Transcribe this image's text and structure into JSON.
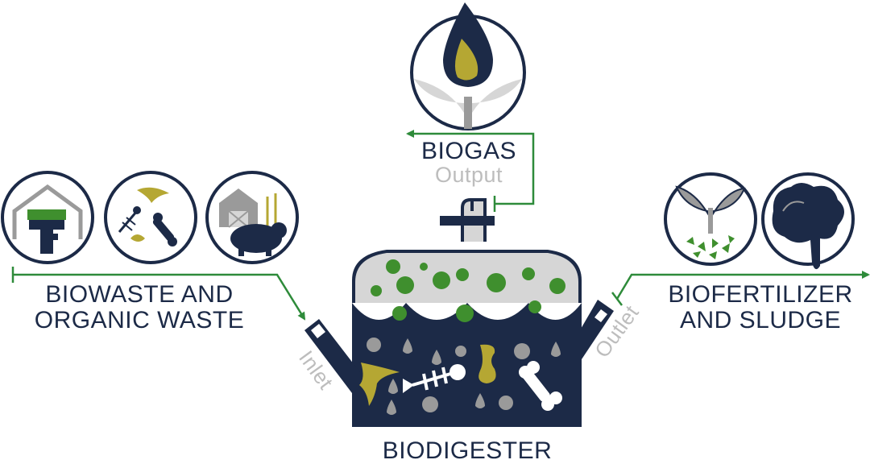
{
  "labels": {
    "biowaste_line1": "BIOWASTE AND",
    "biowaste_line2": "ORGANIC WASTE",
    "biogas": "BIOGAS",
    "output": "Output",
    "biofert_line1": "BIOFERTILIZER",
    "biofert_line2": "AND SLUDGE",
    "biodigester": "BIODIGESTER",
    "inlet": "Inlet",
    "outlet": "Outlet"
  },
  "icons": {
    "input_icons": [
      "food-waste-bin-icon",
      "organic-scraps-icon",
      "farm-livestock-icon"
    ],
    "biogas_icon": "flame-plant-icon",
    "output_icons": [
      "sprout-fertilizer-icon",
      "sludge-splash-icon"
    ]
  },
  "colors": {
    "navy": "#1c2a47",
    "green": "#3f8f2e",
    "arrow_green": "#2e8b3a",
    "gold": "#b5a733",
    "light_grey": "#d6d6d6",
    "mid_grey": "#9a9a9a",
    "white": "#ffffff"
  }
}
